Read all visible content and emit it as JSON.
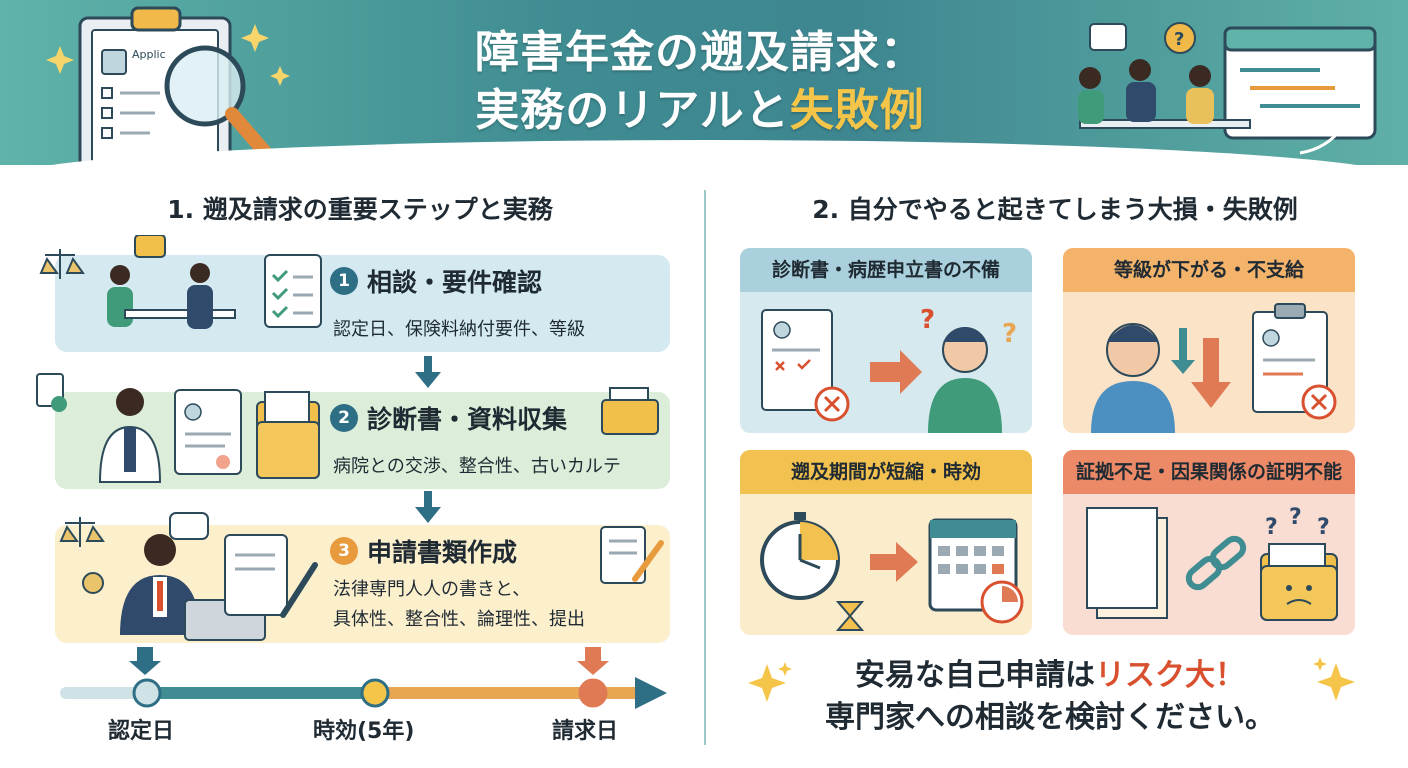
{
  "header": {
    "title_line1": "障害年金の遡及請求：",
    "title_line2_main": "実務のリアルと",
    "title_line2_accent": "失敗例",
    "clipboard_text": "Applic"
  },
  "section1": {
    "heading": "1. 遡及請求の重要ステップと実務",
    "steps": [
      {
        "num": "1",
        "title": "相談・要件確認",
        "desc": "認定日、保険料納付要件、等級"
      },
      {
        "num": "2",
        "title": "診断書・資料収集",
        "desc": "病院との交渉、整合性、古いカルテ"
      },
      {
        "num": "3",
        "title": "申請書類作成",
        "desc_line1": "法律専門人人の書きと、",
        "desc_line2": "具体性、整合性、論理性、提出"
      }
    ],
    "timeline": [
      "認定日",
      "時効(5年)",
      "請求日"
    ]
  },
  "section2": {
    "heading": "2. 自分でやると起きてしまう大損・失敗例",
    "cards": [
      {
        "title": "診断書・病歴申立書の不備"
      },
      {
        "title": "等級が下がる・不支給"
      },
      {
        "title": "遡及期間が短縮・時効"
      },
      {
        "title": "証拠不足・因果関係の証明不能"
      }
    ],
    "conclusion_pre": "安易な自己申請は",
    "conclusion_risk": "リスク大！",
    "conclusion_line2": "専門家への相談を検討ください。"
  },
  "colors": {
    "header_teal": "#3f8c92",
    "accent_yellow": "#f4c548",
    "risk_red": "#d9502f",
    "step1_bg": "#d4eaf0",
    "step2_bg": "#dceed9",
    "step3_bg": "#fbefcc"
  },
  "icons": [
    "clipboard-icon",
    "magnifier-icon",
    "sparkle-icon",
    "meeting-icon",
    "calendar-icon",
    "question-icon",
    "scales-icon",
    "doctor-icon",
    "folder-icon",
    "lawyer-icon",
    "laptop-icon",
    "document-icon",
    "cross-mark-icon",
    "stopwatch-icon",
    "hourglass-icon",
    "broken-chain-icon",
    "sad-folder-icon"
  ]
}
